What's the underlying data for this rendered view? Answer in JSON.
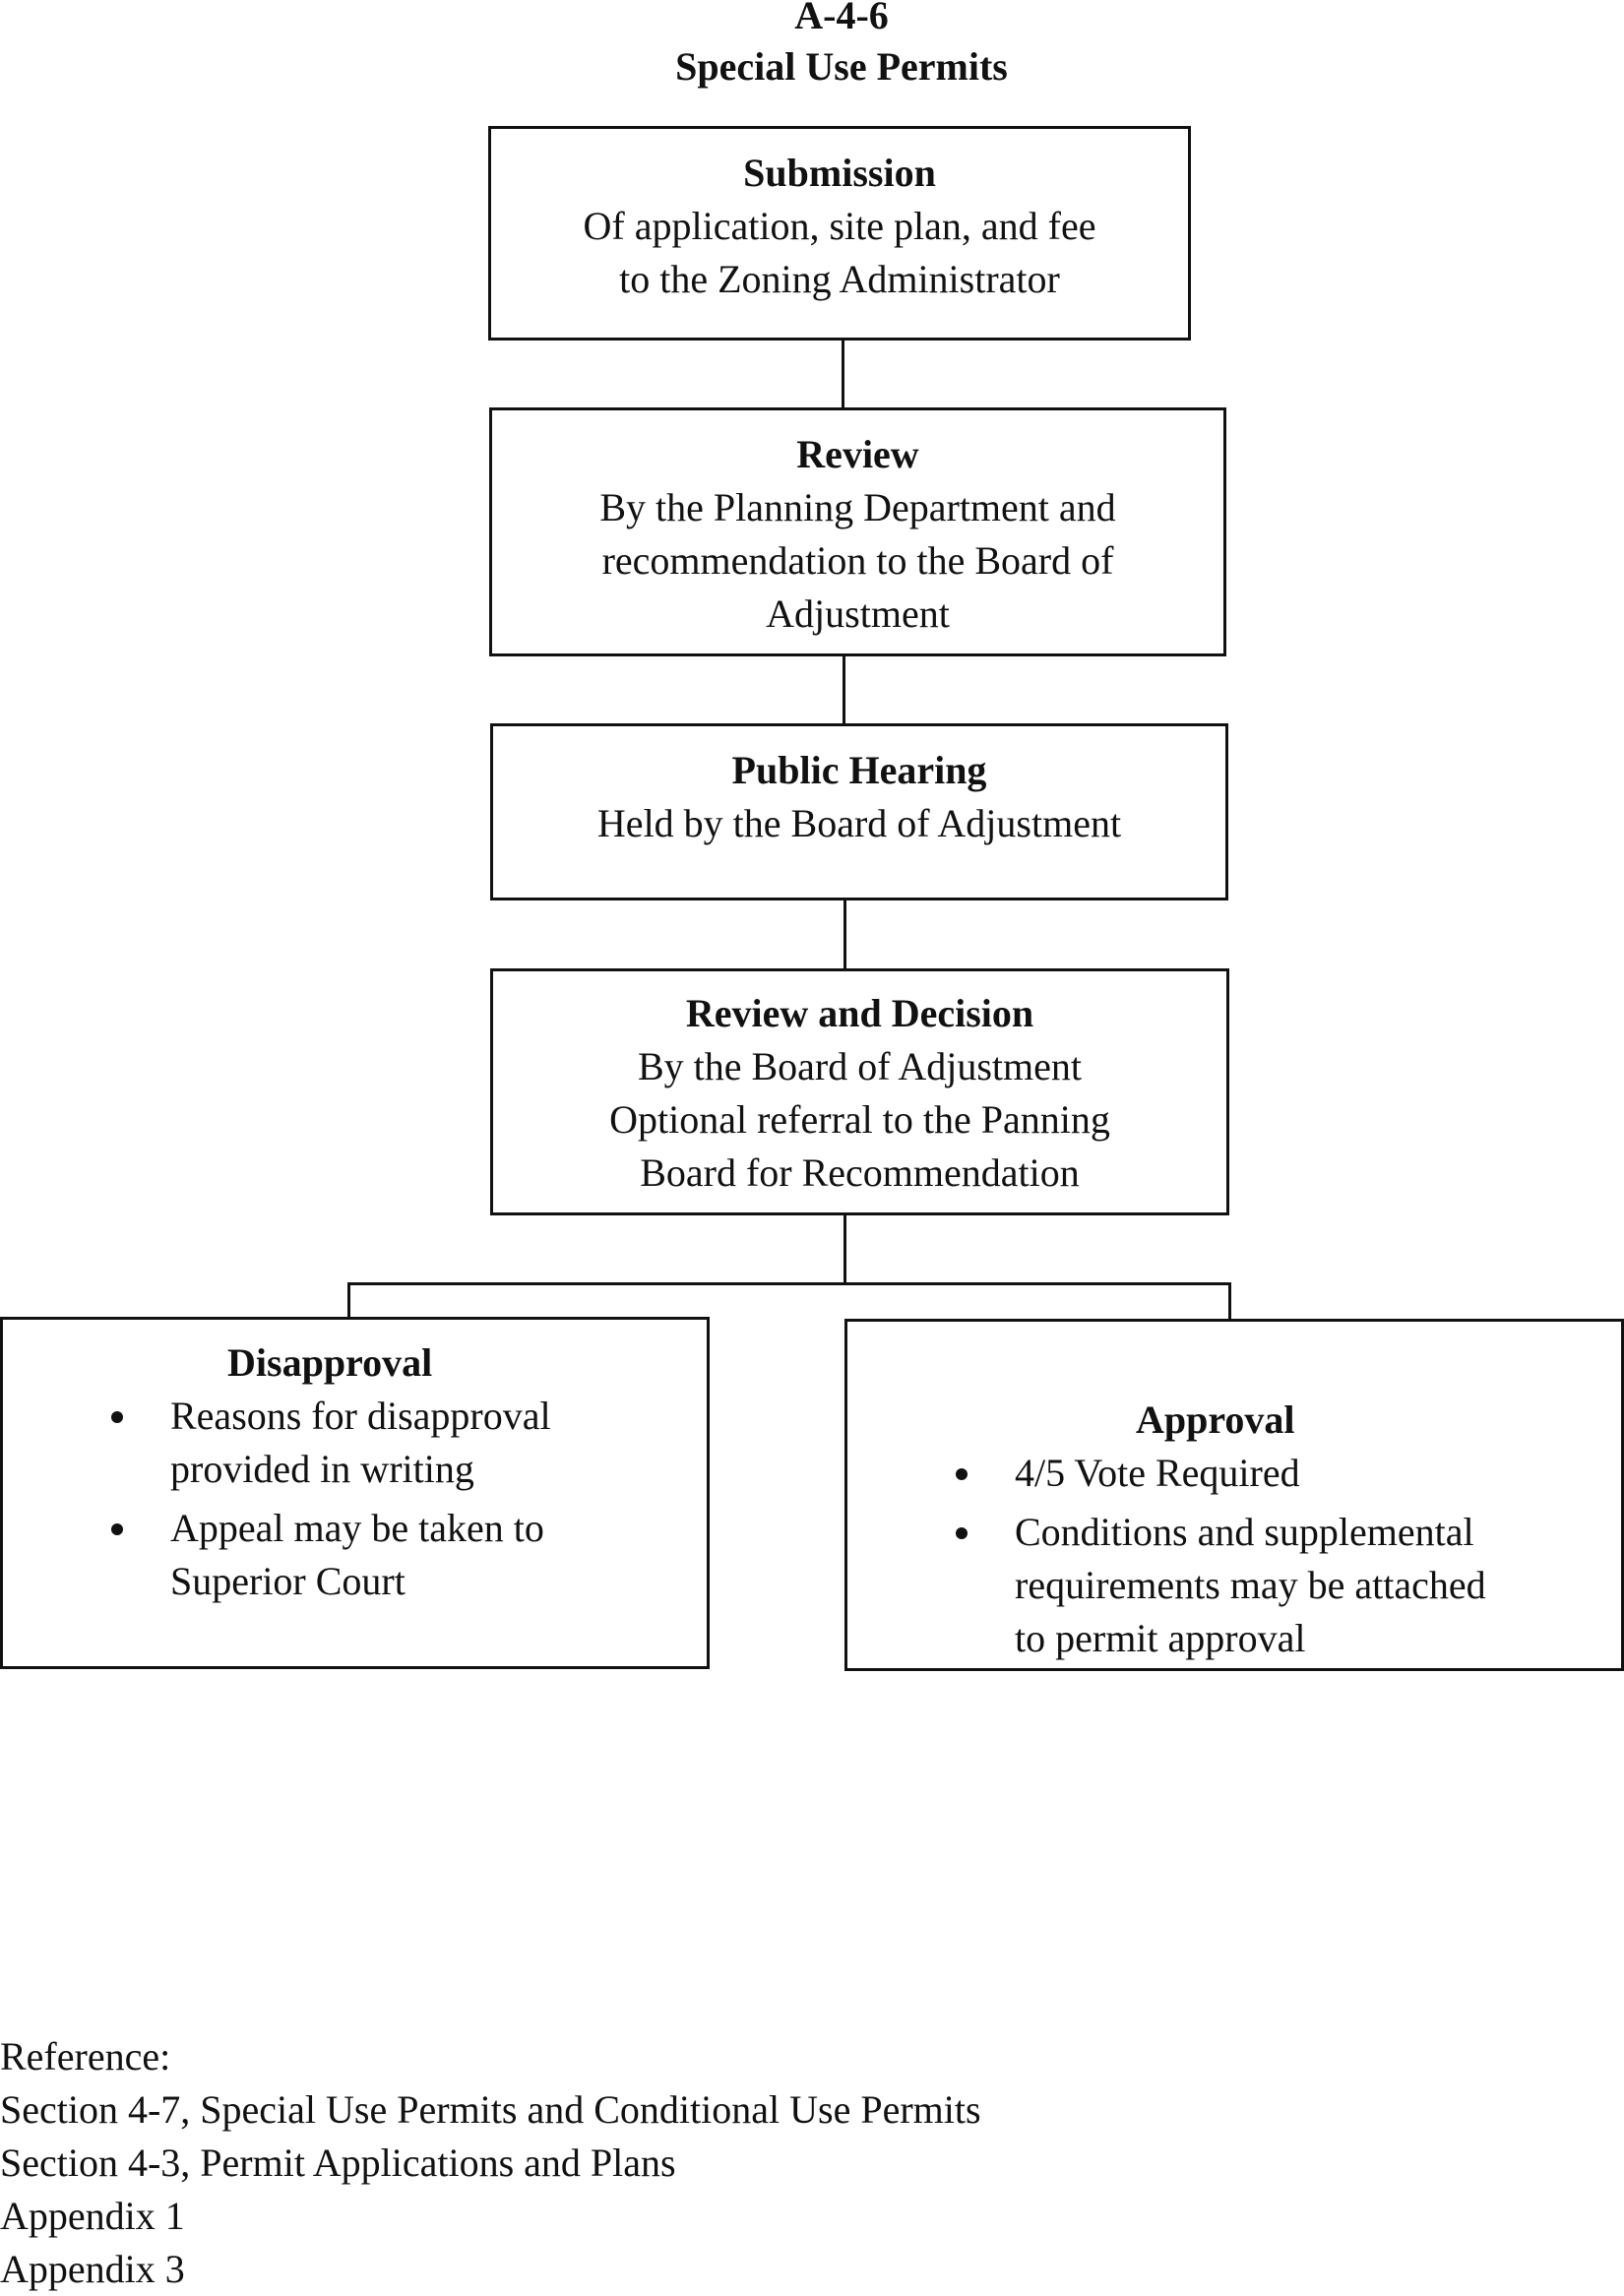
{
  "header": {
    "code": "A-4-6",
    "title": "Special Use Permits"
  },
  "steps": [
    {
      "title": "Submission",
      "lines": [
        "Of application, site plan, and fee",
        "to the Zoning Administrator"
      ]
    },
    {
      "title": "Review",
      "lines": [
        "By the Planning Department and",
        "recommendation to the Board of",
        "Adjustment"
      ]
    },
    {
      "title": "Public Hearing",
      "lines": [
        "Held by the Board of Adjustment"
      ]
    },
    {
      "title": "Review and Decision",
      "lines": [
        "By the Board of Adjustment",
        "Optional referral to the Panning",
        "Board for Recommendation"
      ]
    }
  ],
  "outcomes": {
    "disapproval": {
      "title": "Disapproval",
      "bullets": [
        [
          "Reasons for disapproval",
          "provided in writing"
        ],
        [
          "Appeal may be taken to",
          "Superior Court"
        ]
      ]
    },
    "approval": {
      "title": "Approval",
      "bullets": [
        [
          "4/5 Vote Required"
        ],
        [
          "Conditions and supplemental",
          "requirements may be attached",
          "to permit approval"
        ]
      ]
    }
  },
  "reference": {
    "heading": "Reference:",
    "items": [
      "Section 4-7, Special Use Permits and Conditional Use Permits",
      "Section 4-3, Permit Applications and Plans",
      "Appendix 1",
      "Appendix 3"
    ]
  }
}
